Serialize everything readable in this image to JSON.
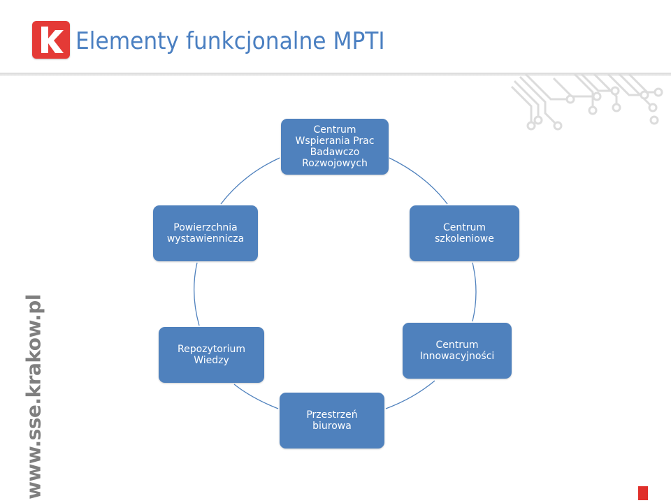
{
  "slide": {
    "title": "Elementy funkcjonalne MPTI",
    "logo_icon": "k-letter-logo-icon",
    "side_url": "www.sse.krakow.pl"
  },
  "colors": {
    "title": "#4a7fc1",
    "node_fill": "#4f81bd",
    "node_text": "#ffffff",
    "connector": "#4f81bd",
    "logo_red": "#e43a36",
    "url_gray": "#7f7f7f"
  },
  "diagram": {
    "type": "cycle",
    "nodes": [
      {
        "label": "Centrum\nWspierania Prac\nBadawczo\nRozwojowych"
      },
      {
        "label": "Centrum\nszkoleniowe"
      },
      {
        "label": "Centrum\nInnowacyjności"
      },
      {
        "label": "Przestrzeń\nbiurowa"
      },
      {
        "label": "Repozytorium\nWiedzy"
      },
      {
        "label": "Powierzchnia\nwystawiennicza"
      }
    ]
  }
}
